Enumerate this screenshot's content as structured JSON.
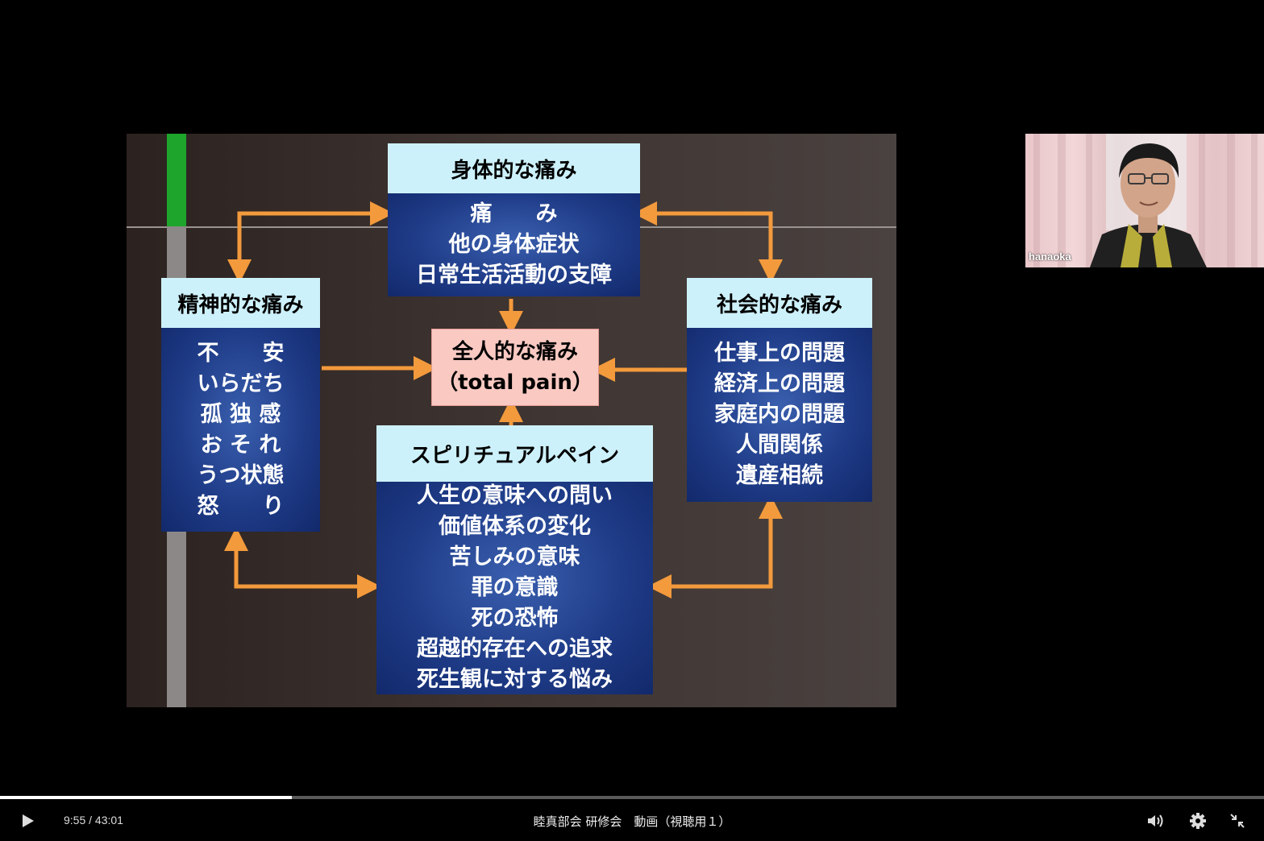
{
  "slide": {
    "top_box": {
      "title": "身体的な痛み",
      "lines": [
        "痛　　み",
        "他の身体症状",
        "日常生活活動の支障"
      ]
    },
    "left_box": {
      "title": "精神的な痛み",
      "lines": [
        "不　　安",
        "いらだち",
        "孤 独 感",
        "お そ れ",
        "うつ状態",
        "怒　　り"
      ]
    },
    "right_box": {
      "title": "社会的な痛み",
      "lines": [
        "仕事上の問題",
        "経済上の問題",
        "家庭内の問題",
        "人間関係",
        "遺産相続"
      ]
    },
    "bottom_box": {
      "title": "スピリチュアルペイン",
      "lines": [
        "人生の意味への問い",
        "価値体系の変化",
        "苦しみの意味",
        "罪の意識",
        "死の恐怖",
        "超越的存在への追求",
        "死生観に対する悩み"
      ]
    },
    "center_box": {
      "line1": "全人的な痛み",
      "line2": "（total  pain）"
    }
  },
  "webcam": {
    "name": "hanaoka"
  },
  "player": {
    "current_time": "9:55",
    "separator": "/",
    "duration": "43:01",
    "title": "睦真部会 研修会　動画（視聴用１）",
    "progress_fraction": 0.231
  },
  "colors": {
    "arrow": "#f39a3c",
    "box_head": "#cdf1fb",
    "box_body": "#1f3c88",
    "center_box": "#f9c9c2",
    "green_bar": "#1ea52c"
  },
  "icons": [
    "play-icon",
    "volume-icon",
    "settings-icon",
    "exit-fullscreen-icon"
  ]
}
